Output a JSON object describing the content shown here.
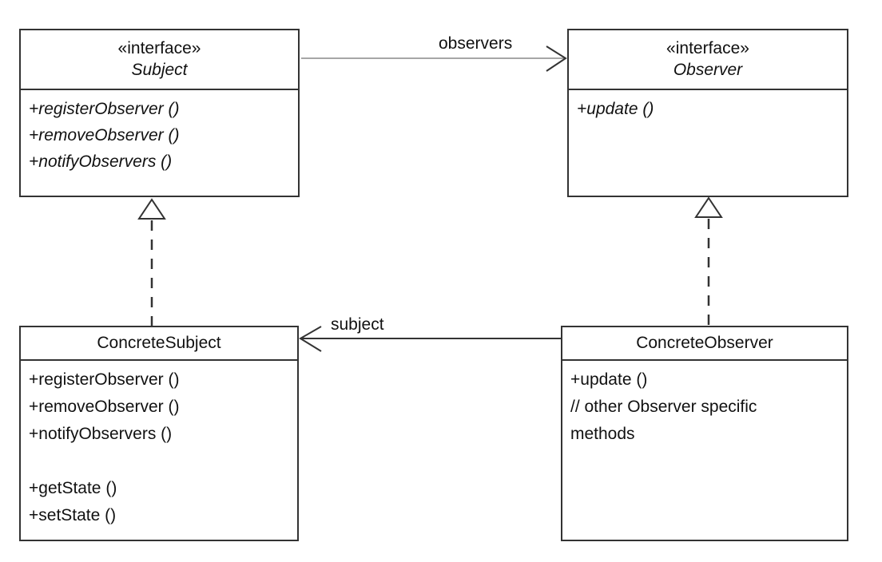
{
  "classes": {
    "subject": {
      "stereotype": "«interface»",
      "name": "Subject",
      "methods": [
        "+registerObserver ()",
        "+removeObserver ()",
        "+notifyObservers ()"
      ]
    },
    "observer": {
      "stereotype": "«interface»",
      "name": "Observer",
      "methods": [
        "+update ()"
      ]
    },
    "concrete_subject": {
      "name": "ConcreteSubject",
      "methods": [
        "+registerObserver ()",
        "+removeObserver ()",
        "+notifyObservers ()",
        "",
        "+getState ()",
        "+setState ()"
      ]
    },
    "concrete_observer": {
      "name": "ConcreteObserver",
      "methods": [
        "+update ()",
        "// other Observer specific methods"
      ]
    }
  },
  "associations": {
    "observers_label": "observers",
    "subject_label": "subject"
  },
  "colors": {
    "background": "#ffffff",
    "line": "#333333",
    "association_line": "#888888",
    "text": "#111111"
  }
}
